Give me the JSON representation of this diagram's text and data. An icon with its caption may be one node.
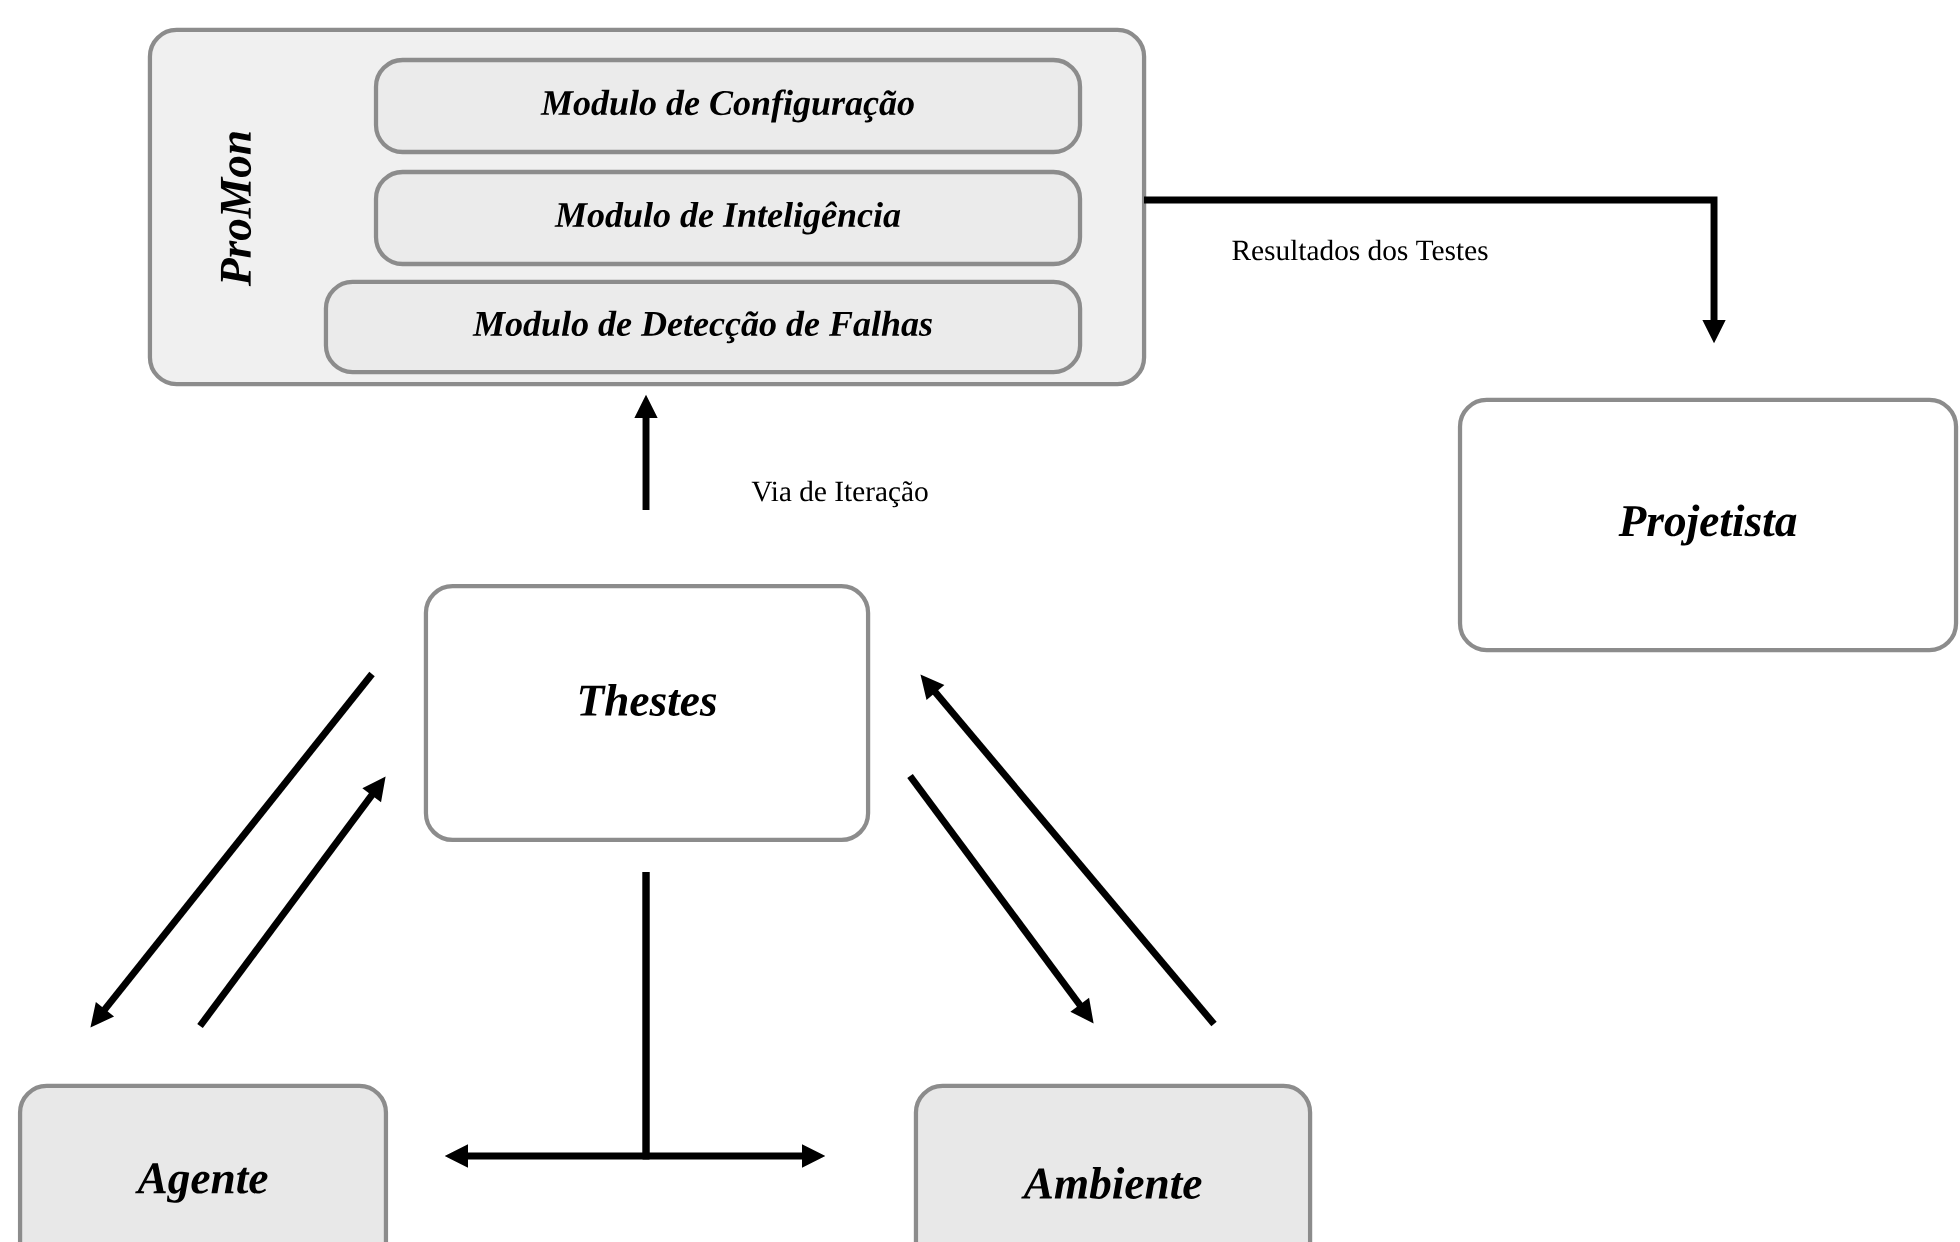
{
  "diagram": {
    "nodes": [
      {
        "text": [
          "ProMon"
        ]
      },
      {
        "text": [
          "Modulo de Configuração"
        ],
        "in": 0
      },
      {
        "text": [
          "Modulo de Inteligência"
        ],
        "in": 0
      },
      {
        "text": [
          "Modulo de Detecção de Falhas"
        ],
        "in": 0
      },
      {
        "text": [
          "Projetista"
        ]
      },
      {
        "text": [
          "Thestes"
        ]
      },
      {
        "text": [
          "Agente"
        ]
      },
      {
        "text": [
          "Ambiente"
        ]
      }
    ],
    "edges": [
      {
        "from": 0,
        "to": 4,
        "arrow": "to",
        "label": "Resultados dos Testes"
      },
      {
        "from": 5,
        "to": 0,
        "arrow": "to",
        "label": "Via de Iteração"
      },
      {
        "from": 5,
        "to": 6,
        "arrow": "to"
      },
      {
        "from": 6,
        "to": 5,
        "arrow": "to"
      },
      {
        "from": 5,
        "to": 7,
        "arrow": "to"
      },
      {
        "from": 7,
        "to": 5,
        "arrow": "to"
      },
      {
        "from": 5,
        "to": 6,
        "arrow": "to"
      },
      {
        "from": 5,
        "to": 7,
        "arrow": "to"
      }
    ]
  }
}
